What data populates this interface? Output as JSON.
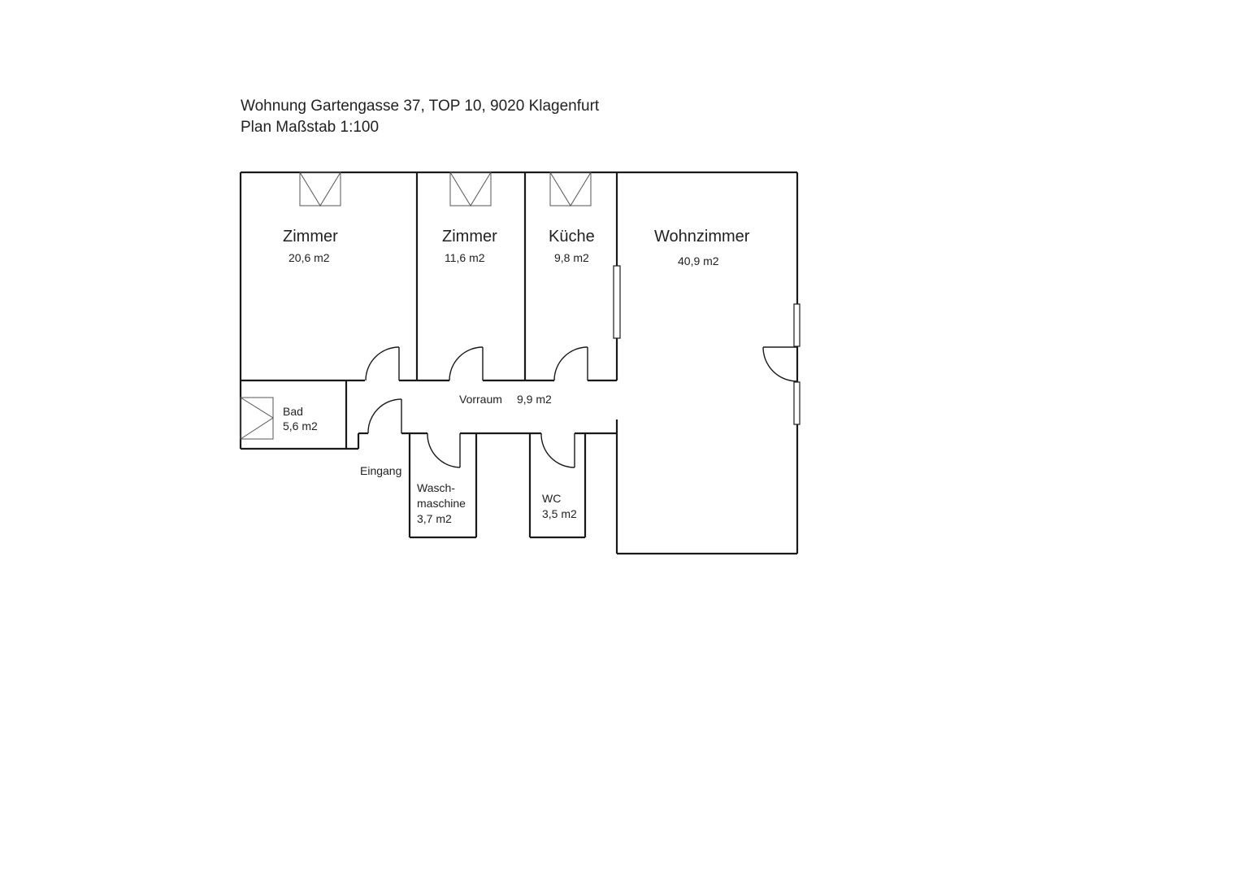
{
  "header": {
    "line1": "Wohnung Gartengasse 37, TOP 10, 9020 Klagenfurt",
    "line2": "Plan Maßstab 1:100"
  },
  "rooms": {
    "zimmer1": {
      "name": "Zimmer",
      "area": "20,6 m2"
    },
    "zimmer2": {
      "name": "Zimmer",
      "area": "11,6 m2"
    },
    "kueche": {
      "name": "Küche",
      "area": "9,8 m2"
    },
    "wohnzimmer": {
      "name": "Wohnzimmer",
      "area": "40,9 m2"
    },
    "bad": {
      "name": "Bad",
      "area": "5,6 m2"
    },
    "vorraum": {
      "name": "Vorraum",
      "area": "9,9 m2"
    },
    "eingang": {
      "name": "Eingang"
    },
    "waschmaschine": {
      "name_line1": "Wasch-",
      "name_line2": "maschine",
      "area": "3,7 m2"
    },
    "wc": {
      "name": "WC",
      "area": "3,5 m2"
    }
  }
}
